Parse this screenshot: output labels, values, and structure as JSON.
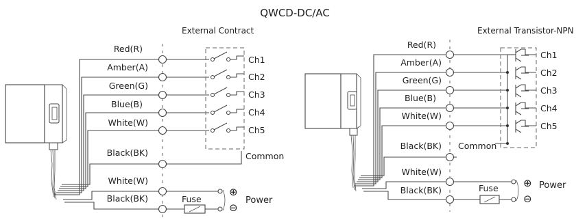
{
  "title": "QWCD-DC/AC",
  "left": {
    "heading": "External Contract",
    "wires": [
      "Red(R)",
      "Amber(A)",
      "Green(G)",
      "Blue(B)",
      "White(W)",
      "Black(BK)",
      "White(W)",
      "Black(BK)"
    ],
    "channels": [
      "Ch1",
      "Ch2",
      "Ch3",
      "Ch4",
      "Ch5"
    ],
    "common_label": "Common",
    "fuse_label": "Fuse",
    "power_label": "Power",
    "plus_symbol": "⊕",
    "minus_symbol": "⊖"
  },
  "right": {
    "heading": "External Transistor-NPN",
    "wires": [
      "Red(R)",
      "Amber(A)",
      "Green(G)",
      "Blue(B)",
      "White(W)",
      "Black(BK)",
      "White(W)",
      "Black(BK)"
    ],
    "channels": [
      "Ch1",
      "Ch2",
      "Ch3",
      "Ch4",
      "Ch5"
    ],
    "common_label": "Common",
    "fuse_label": "Fuse",
    "power_label": "Power",
    "plus_symbol": "⊕",
    "minus_symbol": "⊖"
  }
}
